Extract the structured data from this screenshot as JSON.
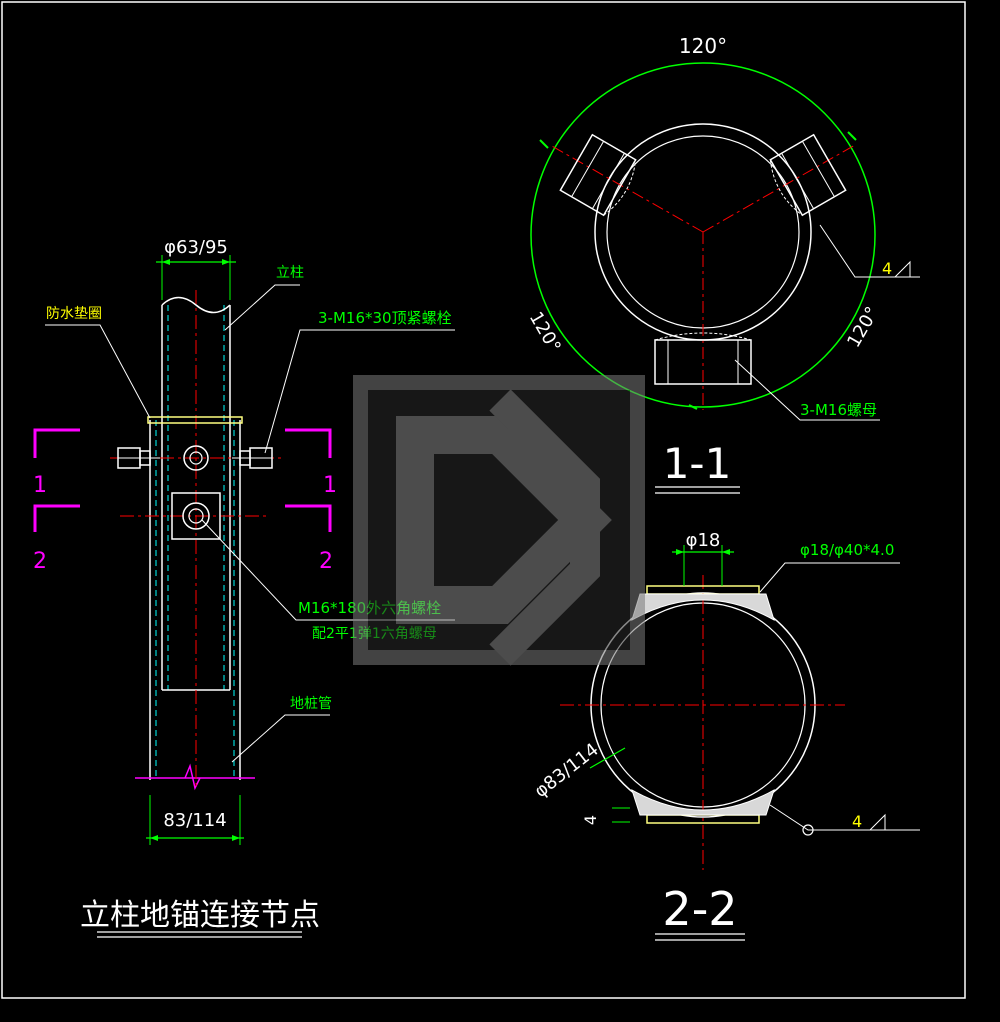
{
  "colors": {
    "background": "#000000",
    "outline": "#ffffff",
    "dimension": "#00ff00",
    "centerline": "#ff0000",
    "section_mark": "#ff00ff",
    "annotation": "#00ff00",
    "washer": "#ffff80",
    "watermark": "#8a8a8a"
  },
  "left_view": {
    "dim_top": "φ63/95",
    "label_post": "立柱",
    "label_gasket": "防水垫圈",
    "label_set_bolts": "3-M16*30顶紧螺栓",
    "label_hex_bolt_1": "M16*180外六角螺栓",
    "label_hex_bolt_2": "配2平1弹1六角螺母",
    "label_pile": "地桩管",
    "dim_bottom": "83/114",
    "section_1_left": "1",
    "section_1_right": "1",
    "section_2_left": "2",
    "section_2_right": "2",
    "title": "立柱地锚连接节点"
  },
  "section_1": {
    "angle_top": "120°",
    "angle_left": "120°",
    "angle_right": "120°",
    "weld_size": "4",
    "label_nut": "3-M16螺母",
    "title": "1-1"
  },
  "section_2": {
    "dim_hole": "φ18",
    "label_washer": "φ18/φ40*4.0",
    "dim_pipe": "φ83/114",
    "dim_thk": "4",
    "weld_size": "4",
    "title": "2-2"
  },
  "watermark": "watermark-logo"
}
